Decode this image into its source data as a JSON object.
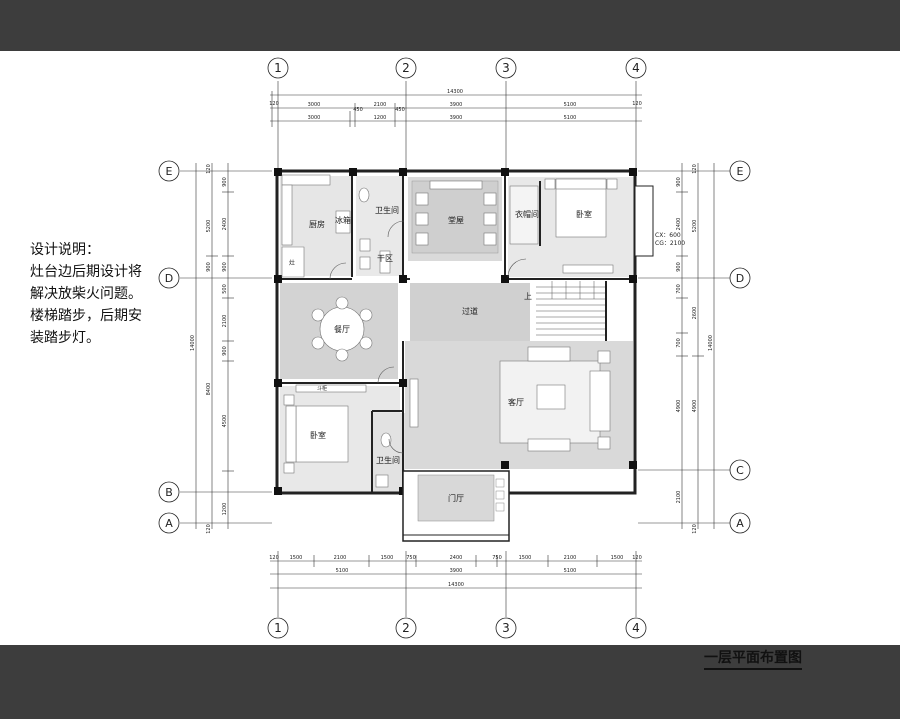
{
  "design_notes": {
    "heading": "设计说明：",
    "lines": [
      "灶台边后期设计将",
      "解决放柴火问题。",
      "楼梯踏步，后期安",
      "装踏步灯。"
    ]
  },
  "plan_title": "一层平面布置图",
  "axes": {
    "columns": [
      "1",
      "2",
      "3",
      "4"
    ],
    "rows": [
      "E",
      "D",
      "C",
      "B",
      "A"
    ]
  },
  "dimensions": {
    "top_total": "14300",
    "top_row1": [
      "3000",
      "2100",
      "3900",
      "5100"
    ],
    "top_row2": [
      "3000",
      "450",
      "1200",
      "450",
      "3900",
      "5100"
    ],
    "top_edge": "120",
    "bottom_total": "14300",
    "bottom_row1": [
      "1500",
      "2100",
      "1500",
      "750",
      "2400",
      "750",
      "1500",
      "2100",
      "1500"
    ],
    "bottom_row2": [
      "5100",
      "3900",
      "5100"
    ],
    "bottom_edge": "120",
    "left_total": "14000",
    "left_mid": [
      "5200",
      "900",
      "8400"
    ],
    "left_inner": [
      "900",
      "2400",
      "900",
      "500",
      "2100",
      "900",
      "4500",
      "1200"
    ],
    "left_edge": "120",
    "right_total": "14000",
    "right_mid": [
      "5200",
      "2600",
      "4900"
    ],
    "right_inner": [
      "900",
      "2400",
      "900",
      "700",
      "700",
      "4900",
      "2100"
    ],
    "right_edge": "120"
  },
  "rooms": {
    "kitchen": "厨房",
    "fridge": "冰箱",
    "bath1": "卫生间",
    "dry_area": "干区",
    "hall": "堂屋",
    "closet": "衣帽间",
    "bedroom1": "卧室",
    "dining": "餐厅",
    "corridor": "过道",
    "living": "客厅",
    "bedroom2": "卧室",
    "bath2": "卫生间",
    "foyer": "门厅",
    "cabinet": "斗柜",
    "stair_up": "上",
    "gas_label": "灶"
  },
  "window_tag": {
    "cx": "CX：600",
    "cg": "CG：2100"
  }
}
